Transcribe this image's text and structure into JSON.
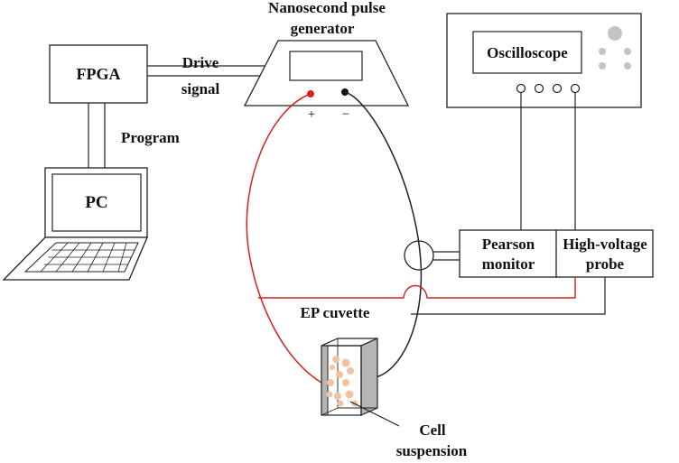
{
  "labels": {
    "fpga": "FPGA",
    "pc": "PC",
    "drive_signal_line1": "Drive",
    "drive_signal_line2": "signal",
    "program": "Program",
    "pulse_generator_line1": "Nanosecond pulse",
    "pulse_generator_line2": "generator",
    "plus_terminal": "+",
    "minus_terminal": "−",
    "oscilloscope": "Oscilloscope",
    "pearson_line1": "Pearson",
    "pearson_line2": "monitor",
    "hv_probe_line1": "High-voltage",
    "hv_probe_line2": "probe",
    "ep_cuvette": "EP cuvette",
    "cell_line1": "Cell",
    "cell_line2": "suspension"
  },
  "colors": {
    "positive_wire": "#d42020",
    "negative_wire": "#222222",
    "cell": "#f2c3a0",
    "cuvette_electrode": "#b5b5b5",
    "plus_terminal_dot": "#d42020",
    "minus_terminal_dot": "#111111"
  }
}
